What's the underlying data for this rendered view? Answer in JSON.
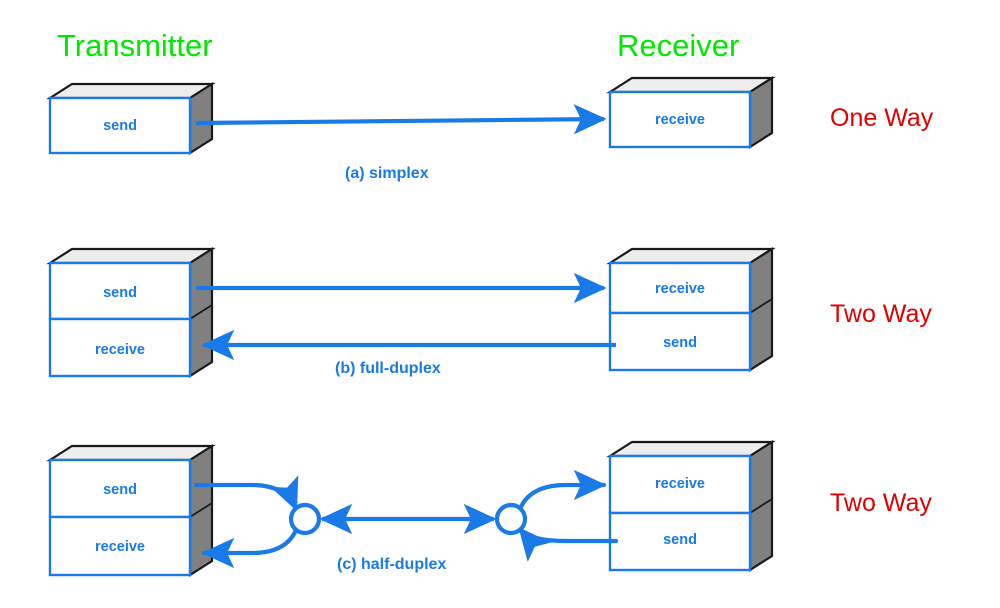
{
  "headers": {
    "transmitter": "Transmitter",
    "receiver": "Receiver"
  },
  "colors": {
    "line": "#1a7ae8",
    "box_outline": "#1a7ae8",
    "box_face": "#ffffff",
    "box_side": "#808080",
    "box_top": "#ededed",
    "header_green": "#00e800",
    "label_red": "#e00000",
    "caption_blue": "#1a7ae8",
    "edge_dark": "#1a1a1a"
  },
  "rows": [
    {
      "id": "simplex",
      "caption": "(a)  simplex",
      "way_label": "One Way",
      "left_cells": [
        "send"
      ],
      "right_cells": [
        "receive"
      ],
      "direction": "one-way",
      "arrows": [
        {
          "from": "send",
          "to": "receive",
          "head": "right"
        }
      ]
    },
    {
      "id": "full-duplex",
      "caption": "(b)  full-duplex",
      "way_label": "Two Way",
      "left_cells": [
        "send",
        "receive"
      ],
      "right_cells": [
        "receive",
        "send"
      ],
      "direction": "two-way",
      "arrows": [
        {
          "from": "send",
          "to": "receive",
          "head": "right"
        },
        {
          "from": "send",
          "to": "receive",
          "head": "left"
        }
      ]
    },
    {
      "id": "half-duplex",
      "caption": "(c)  half-duplex",
      "way_label": "Two Way",
      "left_cells": [
        "send",
        "receive"
      ],
      "right_cells": [
        "receive",
        "send"
      ],
      "direction": "two-way-shared",
      "junctions": [
        "left-node",
        "right-node"
      ],
      "arrows": [
        {
          "from": "send",
          "to": "left-node",
          "head": "right"
        },
        {
          "from": "left-node",
          "to": "receive",
          "head": "left"
        },
        {
          "from": "right-node",
          "to": "left-node",
          "head": "left"
        },
        {
          "from": "left-node",
          "to": "right-node",
          "head": "right"
        },
        {
          "from": "right-node",
          "to": "receive",
          "head": "right"
        },
        {
          "from": "send",
          "to": "right-node",
          "head": "left"
        }
      ]
    }
  ]
}
